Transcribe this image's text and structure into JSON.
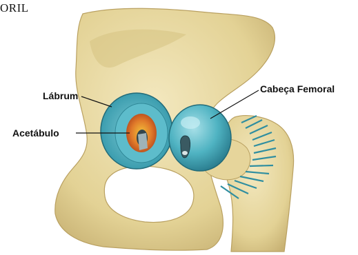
{
  "heading_fragment": "ORIL",
  "labels": {
    "labrum": "Lábrum",
    "acetabulum": "Acetábulo",
    "femoral_head": "Cabeça Femoral"
  },
  "colors": {
    "bone": "#e8d9a2",
    "bone_shadow": "#c9b57a",
    "cartilage": "#4fb3c2",
    "cartilage_dark": "#2e8797",
    "acetabulum_core": "#d4632a"
  }
}
